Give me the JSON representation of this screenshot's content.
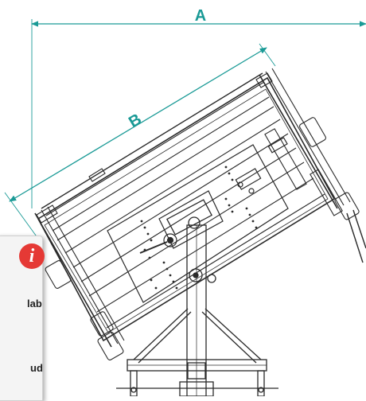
{
  "dimensions": {
    "a_label": "A",
    "b_label": "B"
  },
  "info_panel": {
    "icon_glyph": "i",
    "text_line_1": "lab",
    "text_line_2": "ud"
  },
  "colors": {
    "dimension": "#1a9a96",
    "drawing": "#2a2a2a",
    "info_icon": "#e53935"
  }
}
